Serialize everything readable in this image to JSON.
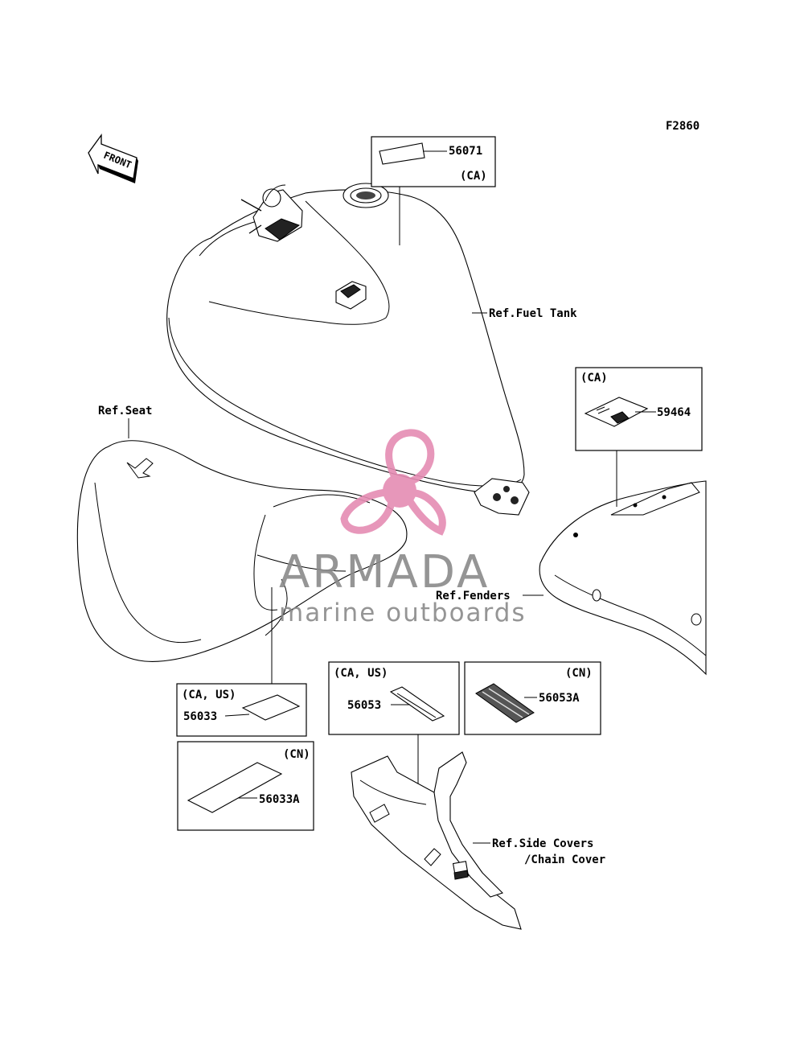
{
  "figure_code": "F2860",
  "front_label": "FRONT",
  "references": {
    "fuel_tank": "Ref.Fuel Tank",
    "seat": "Ref.Seat",
    "fenders": "Ref.Fenders",
    "side_covers_line1": "Ref.Side Covers",
    "side_covers_line2": "/Chain Cover"
  },
  "callouts": [
    {
      "part": "56071",
      "region": "(CA)"
    },
    {
      "part": "59464",
      "region": "(CA)"
    },
    {
      "part": "56033",
      "region": "(CA, US)"
    },
    {
      "part": "56033A",
      "region": "(CN)"
    },
    {
      "part": "56053",
      "region": "(CA, US)"
    },
    {
      "part": "56053A",
      "region": "(CN)"
    }
  ],
  "watermark": {
    "title": "ARMADA",
    "subtitle": "marine outboards",
    "logo_color": "#e58cb3"
  }
}
